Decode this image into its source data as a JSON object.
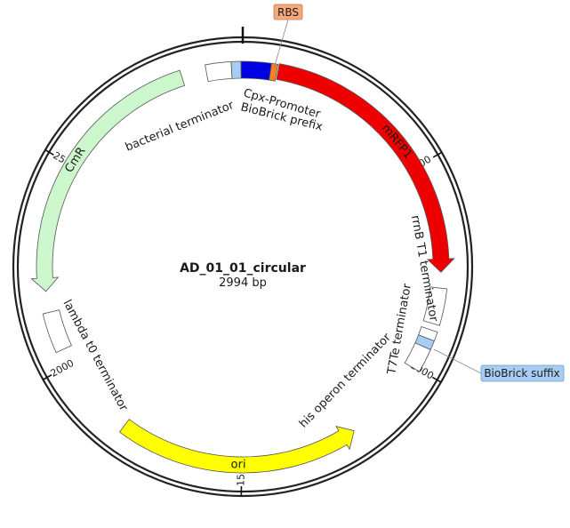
{
  "plasmid": {
    "name": "AD_01_01_circular",
    "length_label": "2994 bp",
    "length_bp": 2994
  },
  "ticks": [
    {
      "bp": 0,
      "label": ""
    },
    {
      "bp": 500,
      "label": "500"
    },
    {
      "bp": 1000,
      "label": "1000"
    },
    {
      "bp": 1500,
      "label": "1500"
    },
    {
      "bp": 2000,
      "label": "2000"
    },
    {
      "bp": 2500,
      "label": "2500"
    }
  ],
  "features": [
    {
      "id": "bacterial-terminator",
      "label": "bacterial terminator",
      "start": 2906,
      "end": 2967,
      "type": "box",
      "color": "#ffffff",
      "label_inside": false
    },
    {
      "id": "biobrick-prefix",
      "label": "BioBrick prefix",
      "start": 2967,
      "end": 2990,
      "type": "box",
      "color": "#a8cdf2",
      "label_inside": false
    },
    {
      "id": "cpx-promoter",
      "label": "Cpx-Promoter",
      "start": 2990,
      "end": 67,
      "type": "box",
      "color": "#0000e0",
      "label_inside": false
    },
    {
      "id": "rbs",
      "label": "RBS",
      "start": 67,
      "end": 82,
      "type": "box",
      "color": "#ff7f1a",
      "label_inside": false
    },
    {
      "id": "mrfp1",
      "label": "mRFP1",
      "start": 85,
      "end": 762,
      "type": "arrow",
      "color": "#ee0000",
      "label_inside": true
    },
    {
      "id": "rrnb-t1-terminator",
      "label": "rrnB T1 terminator",
      "start": 800,
      "end": 887,
      "type": "box",
      "color": "#ffffff",
      "label_inside": false
    },
    {
      "id": "t7te-terminator",
      "label": "T7Te terminator",
      "start": 903,
      "end": 925,
      "type": "box",
      "color": "#ffffff",
      "label_inside": false
    },
    {
      "id": "biobrick-suffix",
      "label": "BioBrick suffix",
      "start": 925,
      "end": 947,
      "type": "box",
      "color": "#a8cdf2",
      "label_inside": false
    },
    {
      "id": "his-operon-terminator",
      "label": "his operon terminator",
      "start": 947,
      "end": 1004,
      "type": "box",
      "color": "#ffffff",
      "label_inside": false
    },
    {
      "id": "ori",
      "label": "ori",
      "start": 1213,
      "end": 1802,
      "type": "arrow_ccw",
      "color": "#ffff00",
      "label_inside": true
    },
    {
      "id": "lambda-t0-terminator",
      "label": "lambda t0 terminator",
      "start": 2040,
      "end": 2135,
      "type": "box",
      "color": "#ffffff",
      "label_inside": false
    },
    {
      "id": "cmr",
      "label": "CmR",
      "start": 2186,
      "end": 2846,
      "type": "arrow_ccw",
      "color": "#ccf7cc",
      "label_inside": true
    }
  ],
  "callouts": {
    "rbs": {
      "label": "RBS",
      "color": "#f6a97a"
    },
    "biobrick_suffix": {
      "label": "BioBrick suffix",
      "color": "#a8cdf2"
    }
  }
}
